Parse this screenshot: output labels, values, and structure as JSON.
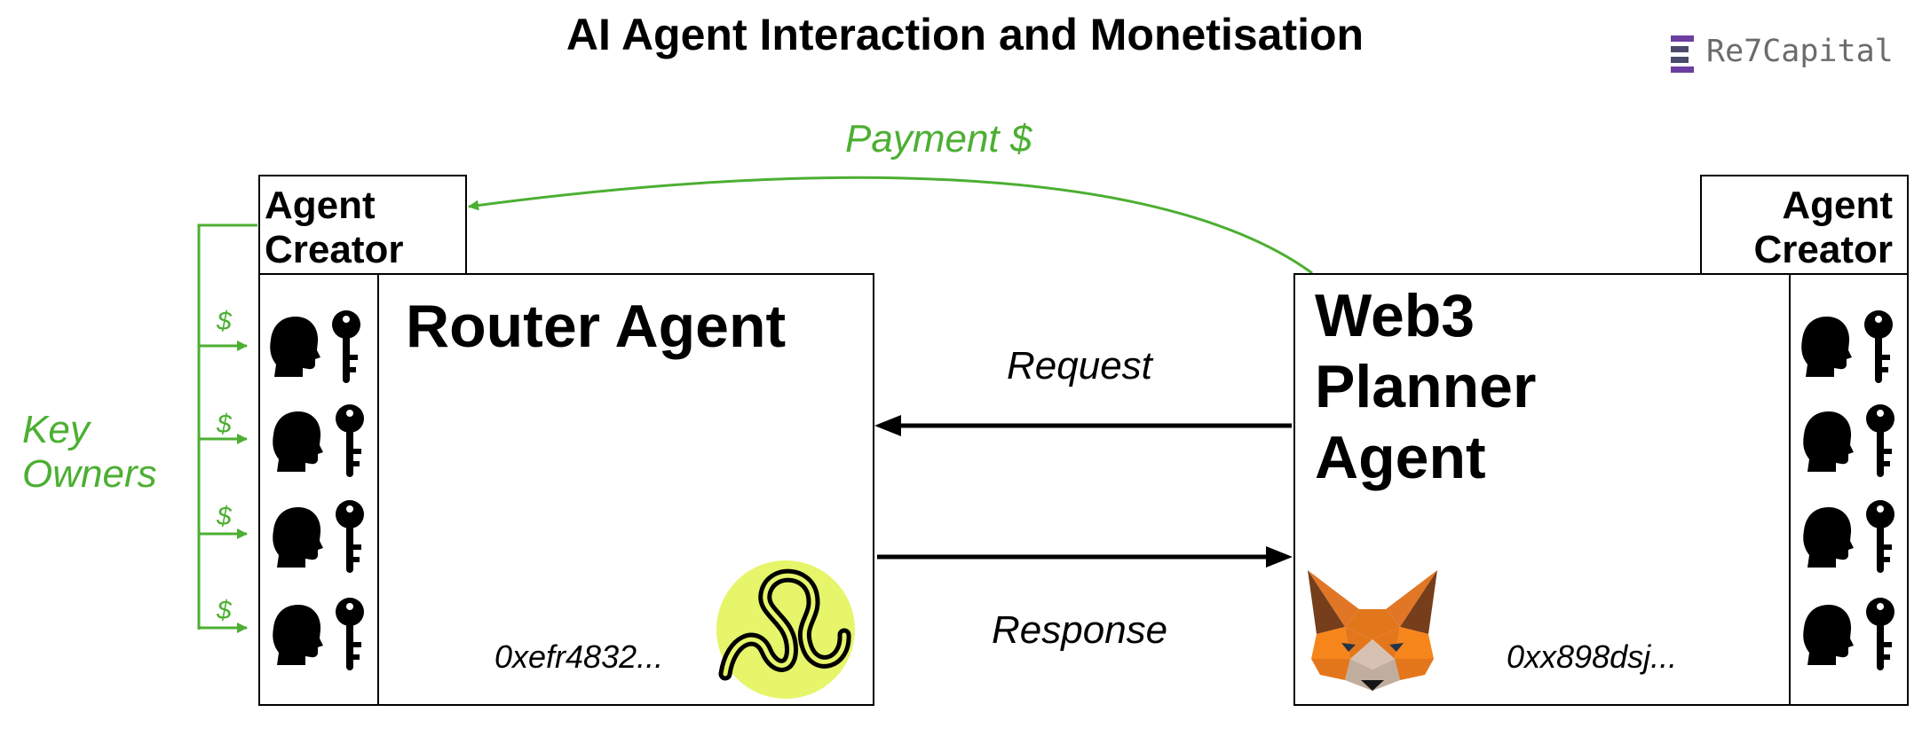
{
  "title": "AI Agent Interaction and Monetisation",
  "brand": {
    "name": "Re7",
    "suffix": "Capital"
  },
  "colors": {
    "green": "#4caf32",
    "black": "#000000",
    "lime": "#e6f56a"
  },
  "payment_label": "Payment $",
  "key_owners_label": [
    "Key",
    "Owners"
  ],
  "dollar_marks": [
    "$",
    "$",
    "$",
    "$"
  ],
  "left": {
    "creator_label": [
      "Agent",
      "Creator"
    ],
    "agent_name": [
      "Router Agent"
    ],
    "address": "0xefr4832..."
  },
  "right": {
    "creator_label": [
      "Agent",
      "Creator"
    ],
    "agent_name": [
      "Web3",
      "Planner",
      "Agent"
    ],
    "address": "0xx898dsj..."
  },
  "request_label": "Request",
  "response_label": "Response",
  "icons": [
    "head-silhouette-icon",
    "key-icon",
    "router-logo-icon",
    "fox-logo-icon",
    "re7-logo-icon"
  ]
}
